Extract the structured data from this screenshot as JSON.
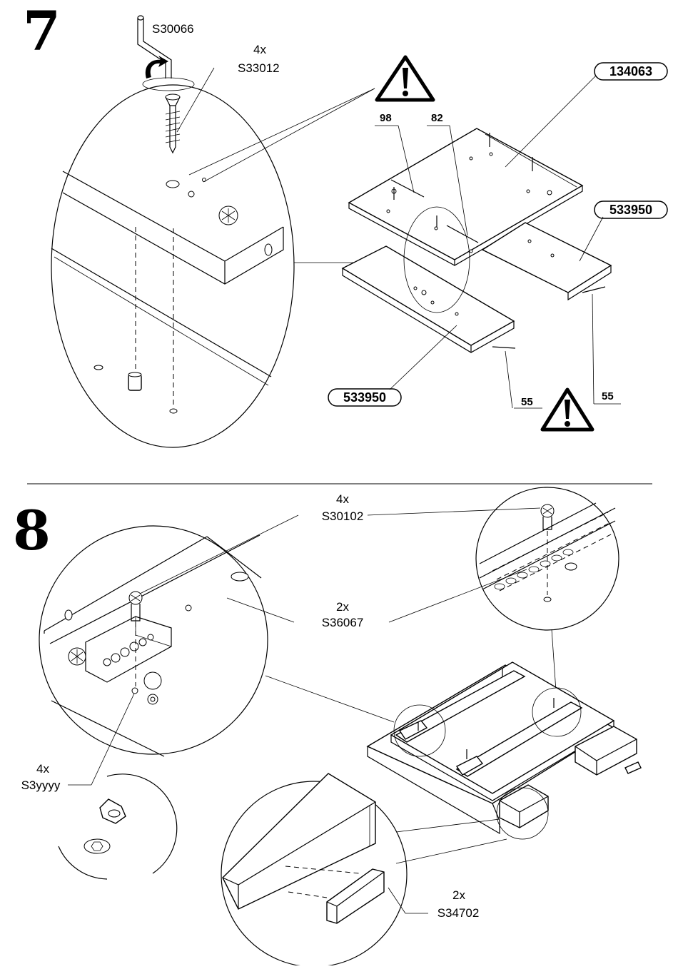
{
  "step7": {
    "number": "7",
    "tool_code": "S30066",
    "screw_qty": "4x",
    "screw_code": "S33012",
    "parts": {
      "top_panel": "134063",
      "rail_right": "533950",
      "rail_left": "533950"
    },
    "dims": {
      "d98": "98",
      "d82": "82",
      "d55_left": "55",
      "d55_right": "55"
    }
  },
  "step8": {
    "number": "8",
    "screw_qty": "4x",
    "screw_code": "S30102",
    "bracket_qty": "2x",
    "bracket_code": "S36067",
    "cam_qty": "4x",
    "cam_code": "S3yyyy",
    "plug_qty": "2x",
    "plug_code": "S34702"
  },
  "icons": {
    "warning": "warning-triangle-icon",
    "rotate": "rotate-arrow-icon"
  }
}
